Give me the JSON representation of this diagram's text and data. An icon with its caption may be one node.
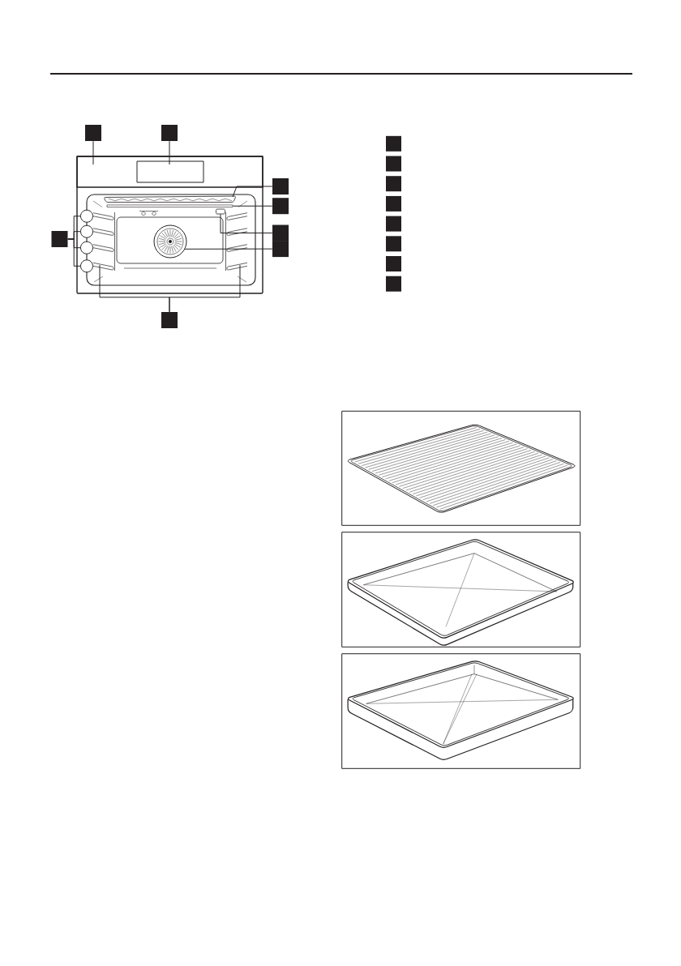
{
  "diagram": {
    "nodes": [
      {
        "text": [],
        "shape": "box"
      },
      {
        "text": [],
        "shape": "box"
      },
      {
        "text": [],
        "shape": "box"
      },
      {
        "text": [],
        "shape": "box"
      },
      {
        "text": [],
        "shape": "box"
      },
      {
        "text": [],
        "shape": "box"
      },
      {
        "text": [],
        "shape": "box"
      },
      {
        "text": [],
        "shape": "box"
      },
      {
        "text": [],
        "shape": "box"
      },
      {
        "text": [],
        "shape": "box",
        "in": 8
      },
      {
        "text": [],
        "shape": "picture"
      },
      {
        "text": [],
        "shape": "bar"
      },
      {
        "text": [],
        "shape": "box"
      },
      {
        "text": [],
        "shape": "circle"
      },
      {
        "text": [],
        "shape": "circle"
      },
      {
        "text": [],
        "shape": "circle"
      },
      {
        "text": [],
        "shape": "circle"
      },
      {
        "text": [],
        "shape": "circle"
      },
      {
        "text": [],
        "shape": "picture"
      },
      {
        "text": [],
        "shape": "picture"
      },
      {
        "text": [],
        "shape": "box"
      },
      {
        "text": [],
        "shape": "box"
      },
      {
        "text": [],
        "shape": "box"
      },
      {
        "text": [],
        "shape": "box"
      },
      {
        "text": [],
        "shape": "box"
      },
      {
        "text": [],
        "shape": "box"
      },
      {
        "text": [],
        "shape": "box"
      },
      {
        "text": [],
        "shape": "box"
      },
      {
        "text": [],
        "shape": "picture"
      },
      {
        "text": [],
        "shape": "picture"
      },
      {
        "text": [],
        "shape": "picture"
      }
    ],
    "edges": [
      {
        "from": 0,
        "to": 8,
        "arrow": "none"
      },
      {
        "from": 1,
        "to": 9,
        "arrow": "none"
      },
      {
        "from": 2,
        "to": 10,
        "arrow": "none"
      },
      {
        "from": 3,
        "to": 11,
        "arrow": "none"
      },
      {
        "from": 4,
        "to": 12,
        "arrow": "none"
      },
      {
        "from": 5,
        "to": 13,
        "arrow": "none"
      },
      {
        "from": 6,
        "to": 14,
        "arrow": "none"
      },
      {
        "from": 6,
        "to": 15,
        "arrow": "none"
      },
      {
        "from": 6,
        "to": 16,
        "arrow": "none"
      },
      {
        "from": 6,
        "to": 17,
        "arrow": "none"
      },
      {
        "from": 7,
        "to": 18,
        "arrow": "none"
      },
      {
        "from": 7,
        "to": 19,
        "arrow": "none"
      }
    ]
  }
}
